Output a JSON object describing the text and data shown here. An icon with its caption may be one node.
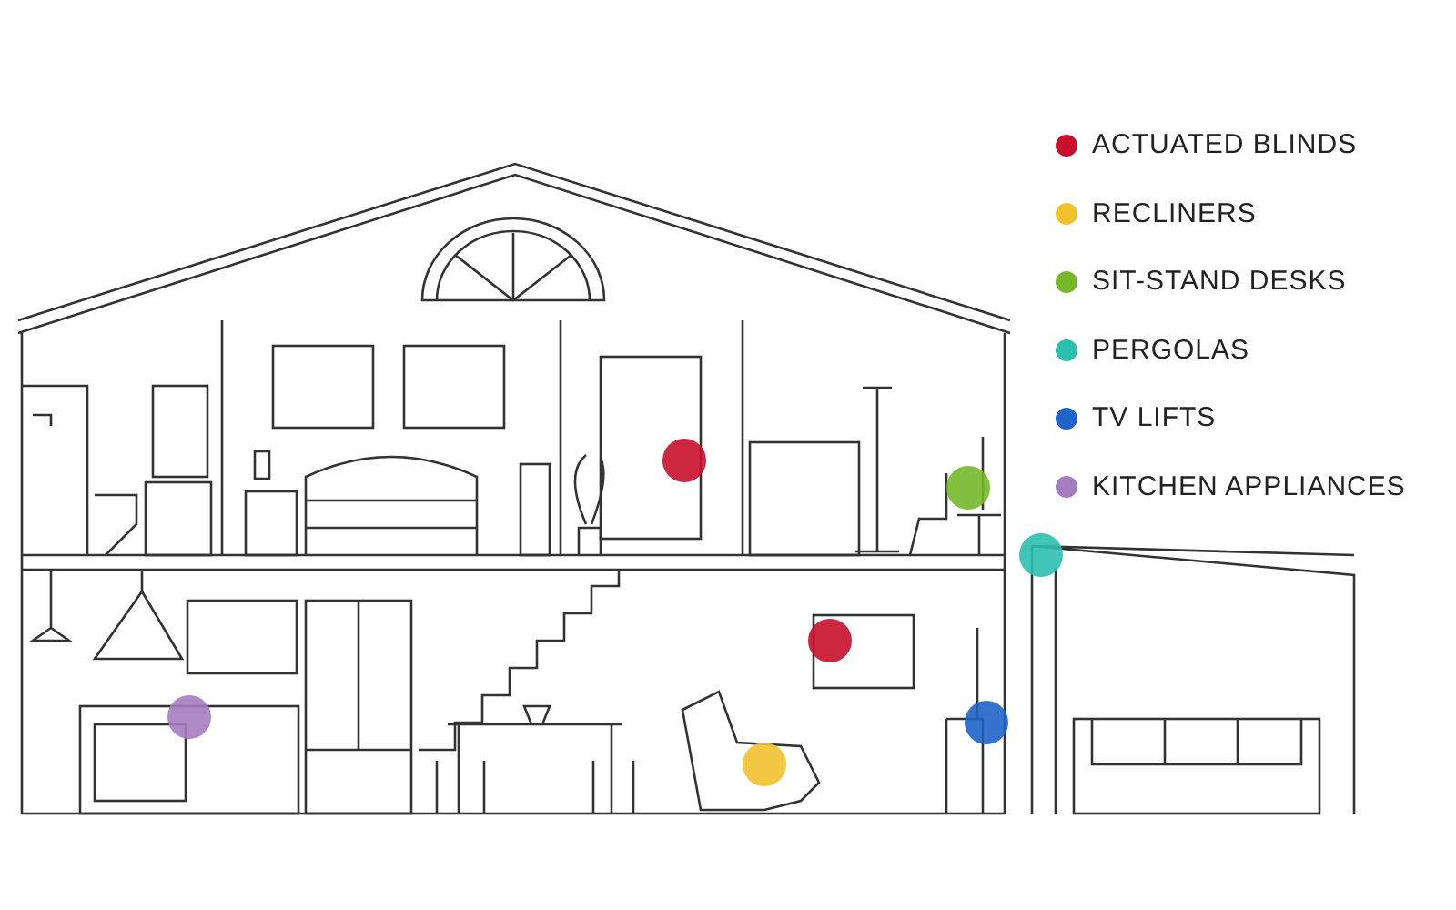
{
  "diagram": {
    "legend": [
      {
        "text": "ACTUATED BLINDS",
        "color": "#c8102e"
      },
      {
        "text": "RECLINERS",
        "color": "#f2c12e"
      },
      {
        "text": "SIT-STAND DESKS",
        "color": "#76b82a"
      },
      {
        "text": "PERGOLAS",
        "color": "#2bbfae"
      },
      {
        "text": "TV LIFTS",
        "color": "#1f63c6"
      },
      {
        "text": "KITCHEN APPLIANCES",
        "color": "#a57cc0"
      }
    ]
  }
}
